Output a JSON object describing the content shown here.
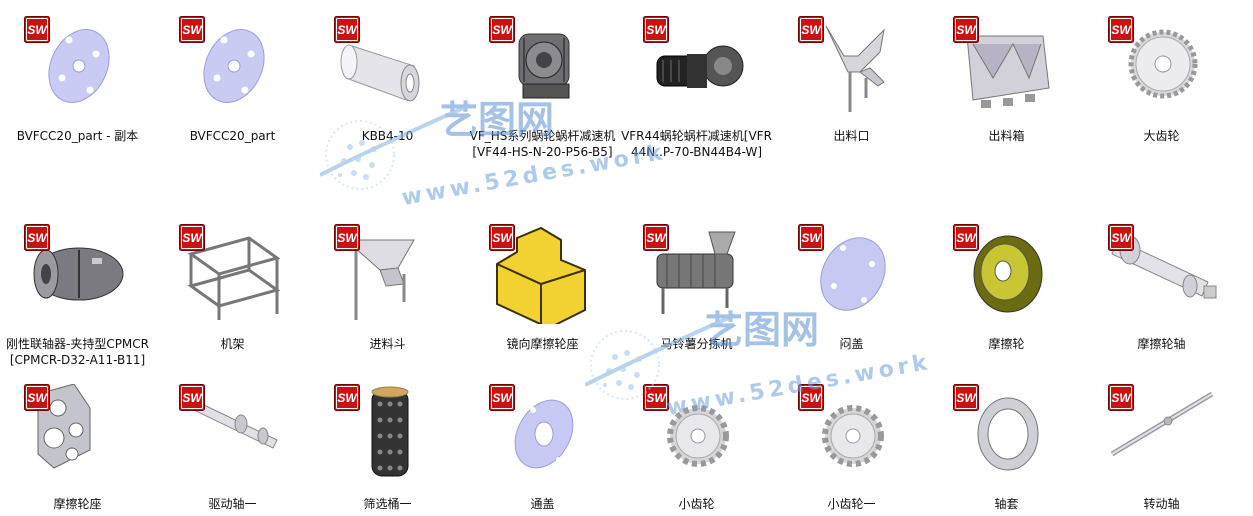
{
  "watermark": {
    "brand": "艺图网",
    "url": "www.52des.work"
  },
  "badge": {
    "text": "SW",
    "color": "#cc1111"
  },
  "files": [
    {
      "name": "BVFCC20_part - 副本",
      "icon": "flange-plate-icon"
    },
    {
      "name": "BVFCC20_part",
      "icon": "flange-plate-icon"
    },
    {
      "name": "KBB4-10",
      "icon": "cylinder-part-icon"
    },
    {
      "name": "VF_HS系列蜗轮蜗杆减速机[VF44-HS-N-20-P56-B5]",
      "icon": "worm-gearbox-icon"
    },
    {
      "name": "VFR44蜗轮蜗杆减速机[VFR44N..P-70-BN44B4-W]",
      "icon": "gear-motor-icon"
    },
    {
      "name": "出料口",
      "icon": "outlet-chute-icon"
    },
    {
      "name": "出料箱",
      "icon": "discharge-box-icon"
    },
    {
      "name": "大齿轮",
      "icon": "large-gear-icon"
    },
    {
      "name": "刚性联轴器-夹持型CPMCR[CPMCR-D32-A11-B11]",
      "icon": "rigid-coupling-icon"
    },
    {
      "name": "机架",
      "icon": "machine-frame-icon"
    },
    {
      "name": "进料斗",
      "icon": "feed-hopper-icon"
    },
    {
      "name": "镜向摩擦轮座",
      "icon": "assembly-block-icon"
    },
    {
      "name": "马铃薯分拣机",
      "icon": "sorting-machine-icon"
    },
    {
      "name": "闷盖",
      "icon": "end-cap-icon"
    },
    {
      "name": "摩擦轮",
      "icon": "friction-wheel-icon"
    },
    {
      "name": "摩擦轮轴",
      "icon": "wheel-shaft-icon"
    },
    {
      "name": "摩擦轮座",
      "icon": "wheel-bracket-icon"
    },
    {
      "name": "驱动轴一",
      "icon": "drive-shaft-icon"
    },
    {
      "name": "筛选桶一",
      "icon": "screening-drum-icon"
    },
    {
      "name": "通盖",
      "icon": "through-cover-icon"
    },
    {
      "name": "小齿轮",
      "icon": "small-gear-icon"
    },
    {
      "name": "小齿轮一",
      "icon": "small-gear-icon"
    },
    {
      "name": "轴套",
      "icon": "bushing-ring-icon"
    },
    {
      "name": "转动轴",
      "icon": "rotating-shaft-icon"
    }
  ]
}
